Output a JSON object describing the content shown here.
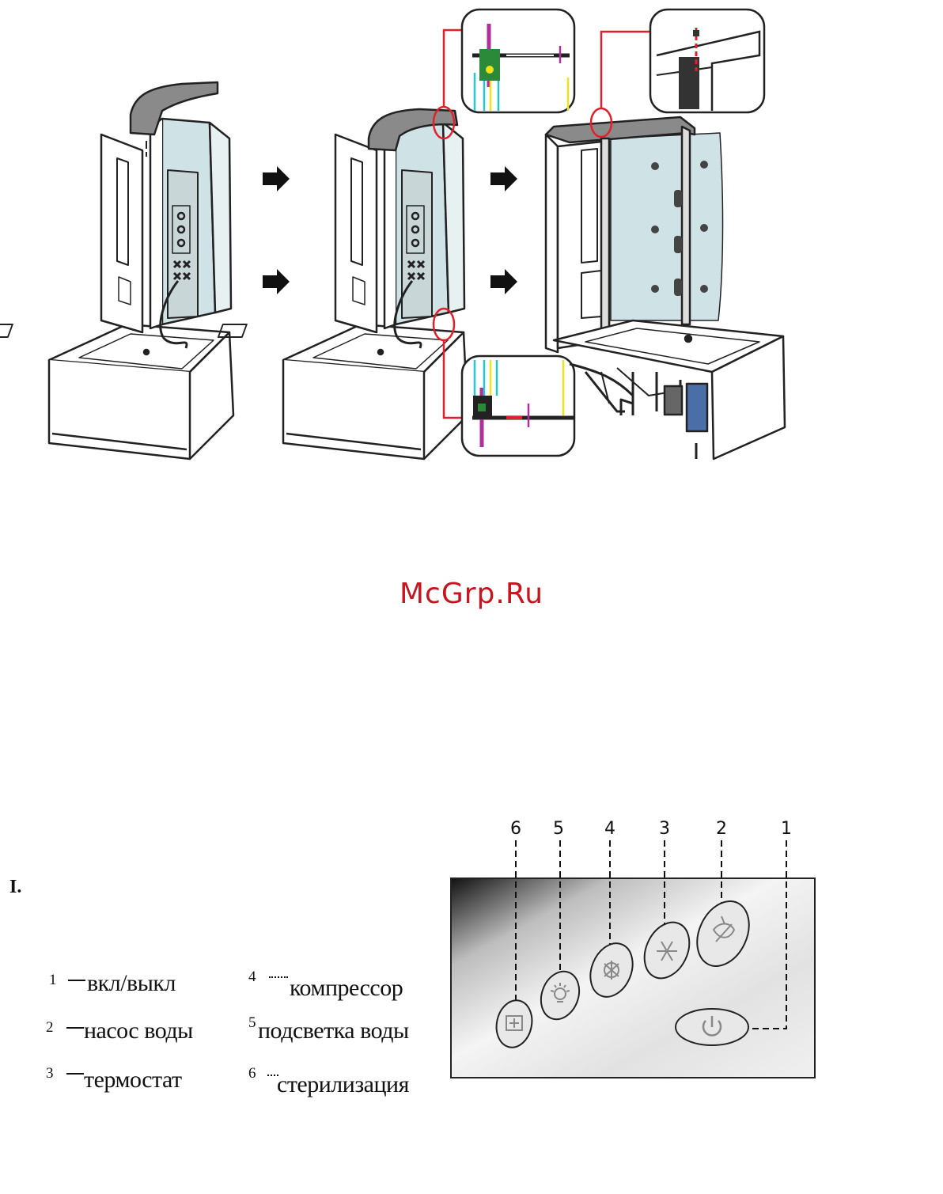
{
  "watermark": "McGrp.Ru",
  "section_label": "I.",
  "legend": [
    {
      "num": "1",
      "text": "вкл/выкл"
    },
    {
      "num": "2",
      "text": "насос воды"
    },
    {
      "num": "3",
      "text": "термостат"
    },
    {
      "num": "4",
      "text": "компрессор"
    },
    {
      "num": "5",
      "text": "подсветка воды"
    },
    {
      "num": "6",
      "text": "стерилизация"
    }
  ],
  "panel_callouts": [
    "6",
    "5",
    "4",
    "3",
    "2",
    "1"
  ],
  "icons": [
    "power-icon",
    "water-pump-icon",
    "thermostat-icon",
    "compressor-icon",
    "light-icon",
    "sterilization-icon"
  ],
  "colors": {
    "accent_red": "#e0202a",
    "glass": "#cfe3e6",
    "roof": "#8a8a8a",
    "tool_magenta": "#b0309a",
    "tool_cyan": "#26c6d0",
    "tool_yellow": "#f2e21a",
    "motor_blue": "#4a6fa8"
  }
}
